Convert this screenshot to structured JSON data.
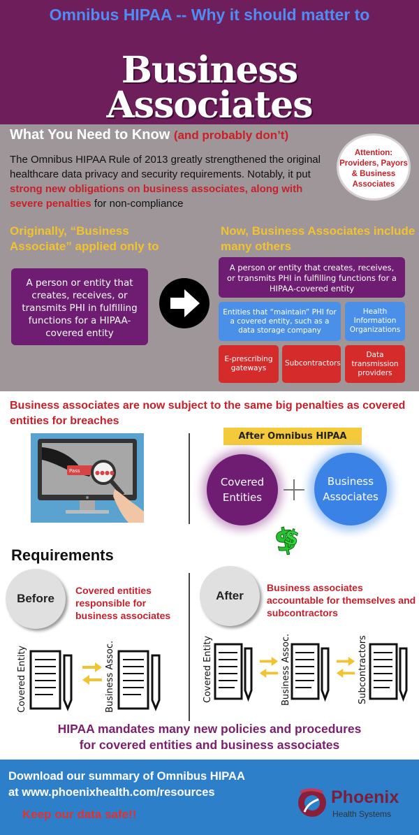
{
  "header": {
    "top_line": "Omnibus HIPAA -- Why it should matter to",
    "title_line1": "Business",
    "title_line2": "Associates"
  },
  "intro": {
    "heading": "What You Need to Know",
    "heading_aside": "(and probably don’t)",
    "text_part1": "The Omnibus HIPAA Rule of 2013 greatly strengthened the original healthcare data privacy and security requirements. Notably, it put ",
    "text_highlight": "strong new obligations on business associates, along with severe penalties",
    "text_part2": " for non-compliance",
    "attention": "Attention: Providers, Payors & Business Associates"
  },
  "compare": {
    "left_heading": "Originally, “Business Associate” applied only to",
    "left_box": "A person or entity that creates, receives, or transmits PHI in fulfilling functions for a HIPAA-covered entity",
    "right_heading": "Now, Business Associates include many others",
    "right_top_box": "A person or entity that creates, receives, or transmits PHI in fulfilling functions for a HIPAA-covered entity",
    "blue_boxes": [
      "Entities that “maintain” PHI for a covered entity, such as a data storage company",
      "Health Information Organizations"
    ],
    "red_boxes": [
      "E-prescribing gateways",
      "Subcontractors",
      "Data transmission providers"
    ],
    "colors": {
      "purple": "#6e1d72",
      "blue": "#4a90e8",
      "red": "#d62b2b"
    }
  },
  "penalties": {
    "text": "Business associates are now subject to the same big penalties as covered entities for breaches",
    "after_label": "After Omnibus HIPAA",
    "circle_left": "Covered Entities",
    "circle_right": "Business Associates",
    "screen_field": "Pass"
  },
  "requirements": {
    "title": "Requirements",
    "before_label": "Before",
    "before_text": "Covered entities responsible for business associates",
    "after_label": "After",
    "after_text": "Business associates accountable for themselves and subcontractors",
    "before_docs": [
      "Covered Entity",
      "Business Assoc."
    ],
    "after_docs": [
      "Covered Entity",
      "Business Assoc.",
      "Subcontractors"
    ]
  },
  "mandate": {
    "line1": "HIPAA mandates many new policies and procedures",
    "line2": "for covered entities and business associates"
  },
  "footer": {
    "download_line1": "Download our summary of Omnibus HIPAA",
    "download_line2": "at www.phoenixhealth.com/resources",
    "slogan": "Keep our  data safe!!",
    "brand": "Phoenix",
    "brand_sub": "Health Systems"
  }
}
